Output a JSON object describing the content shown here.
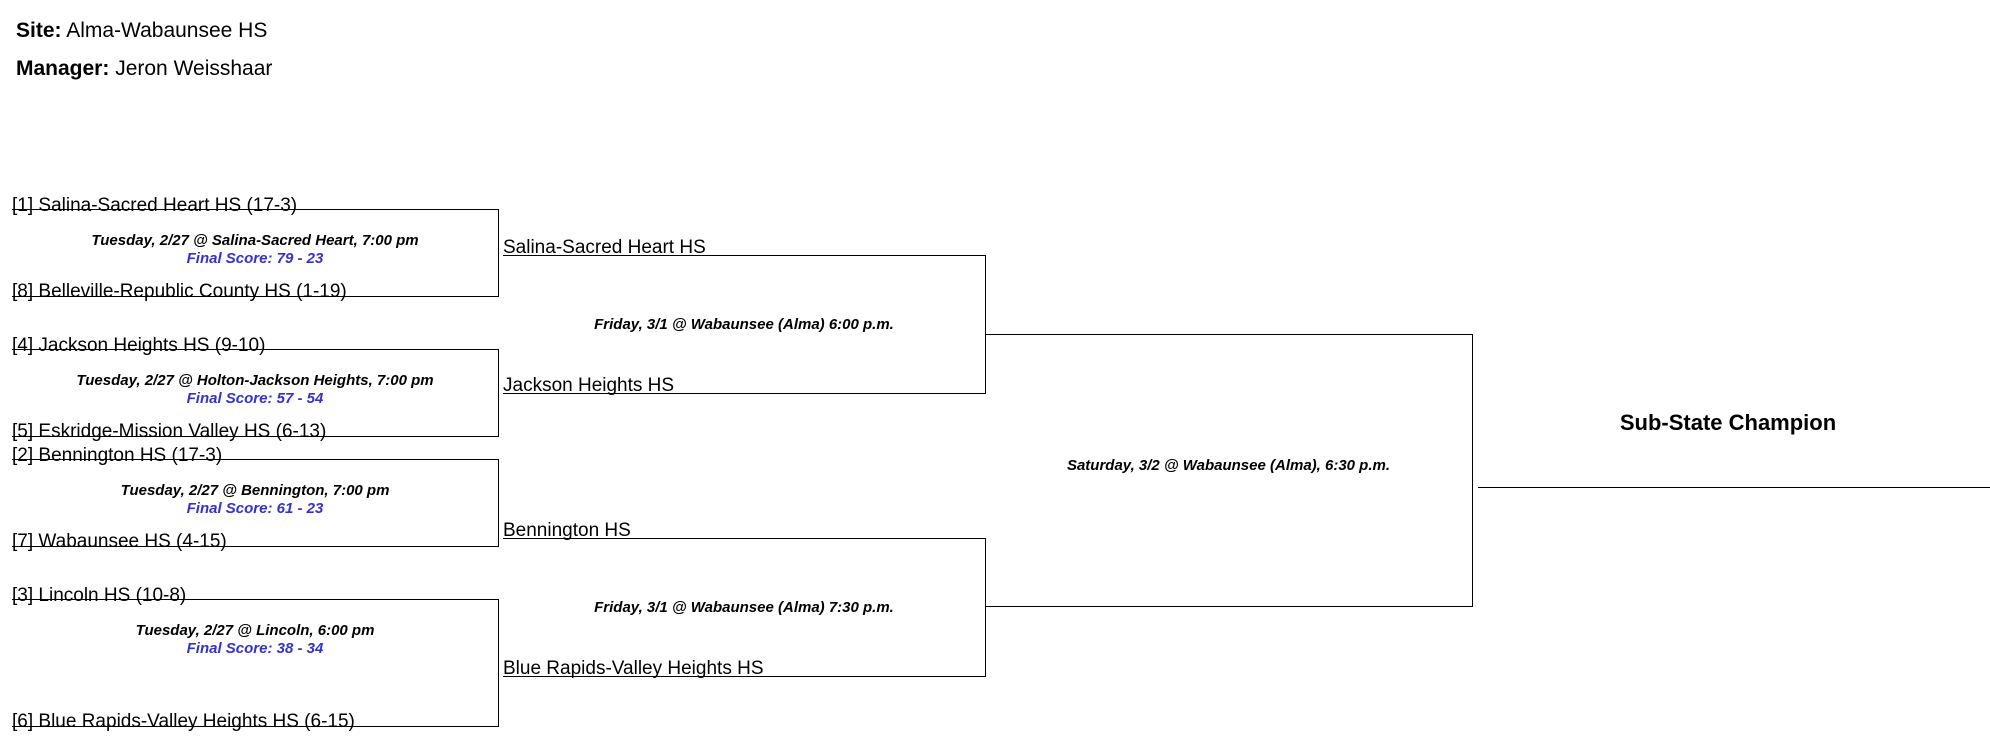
{
  "header": {
    "site_label": "Site:",
    "site_value": "Alma-Wabaunsee HS",
    "manager_label": "Manager:",
    "manager_value": "Jeron Weisshaar"
  },
  "colors": {
    "score_blue": "#3333cc",
    "line_black": "#000000",
    "text_black": "#000000"
  },
  "round1": {
    "games": [
      {
        "top_team": "[1] Salina-Sacred Heart HS   (17-3)",
        "bottom_team": "[8] Belleville-Republic County HS  (1-19)",
        "info": "Tuesday, 2/27 @ Salina-Sacred Heart, 7:00 pm",
        "score": "Final Score: 79 - 23"
      },
      {
        "top_team": "[4] Jackson Heights HS   (9-10)",
        "bottom_team": "[5] Eskridge-Mission Valley HS  (6-13)",
        "info": "Tuesday, 2/27 @ Holton-Jackson Heights, 7:00 pm",
        "score": "Final Score: 57 - 54"
      },
      {
        "top_team": "[2] Bennington HS   (17-3)",
        "bottom_team": "[7] Wabaunsee HS  (4-15)",
        "info": "Tuesday, 2/27 @ Bennington, 7:00 pm",
        "score": "Final Score: 61 - 23"
      },
      {
        "top_team": "[3] Lincoln HS   (10-8)",
        "bottom_team": "[6] Blue Rapids-Valley Heights HS  (6-15)",
        "info": "Tuesday, 2/27 @ Lincoln, 6:00 pm",
        "score": "Final Score: 38 - 34"
      }
    ]
  },
  "semifinals": {
    "games": [
      {
        "top_team": "Salina-Sacred Heart HS",
        "bottom_team": "Jackson Heights HS",
        "info": "Friday, 3/1 @ Wabaunsee (Alma) 6:00 p.m."
      },
      {
        "top_team": "Bennington HS",
        "bottom_team": "Blue Rapids-Valley Heights HS",
        "info": "Friday, 3/1 @ Wabaunsee (Alma) 7:30 p.m."
      }
    ]
  },
  "final": {
    "info": "Saturday, 3/2 @ Wabaunsee (Alma), 6:30 p.m.",
    "champion_label": "Sub-State Champion",
    "champion_value": ""
  }
}
